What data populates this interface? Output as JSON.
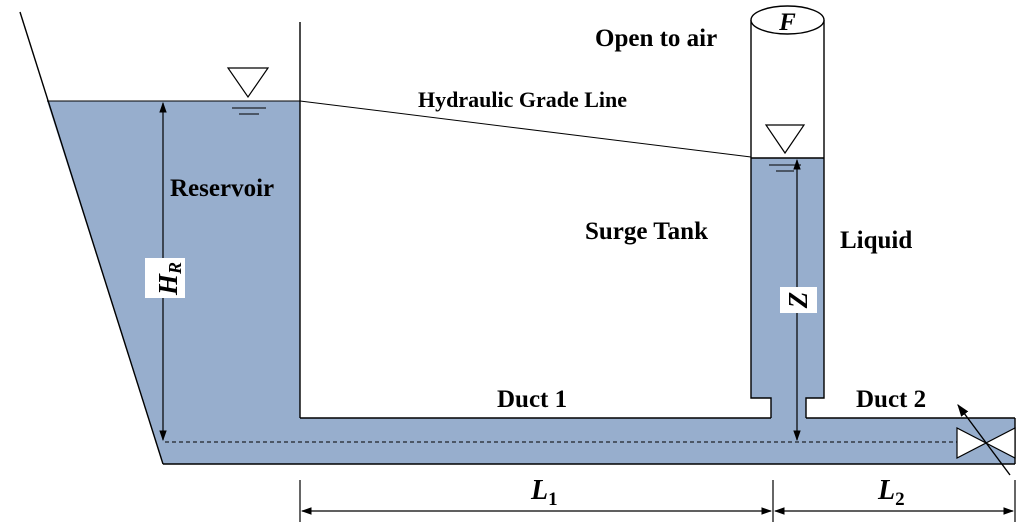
{
  "diagram": {
    "labels": {
      "open_to_air": "Open to air",
      "tank_top": "F",
      "hgl": "Hydraulic Grade Line",
      "reservoir": "Reservoir",
      "surge_tank": "Surge Tank",
      "liquid": "Liquid",
      "duct1": "Duct 1",
      "duct2": "Duct 2",
      "hr_main": "H",
      "hr_sub": "R",
      "z": "Z",
      "l1_main": "L",
      "l1_sub": "1",
      "l2_main": "L",
      "l2_sub": "2"
    },
    "colors": {
      "liquid": "#97AECD",
      "line": "#000000",
      "background": "#FFFFFF"
    },
    "icons": {
      "water_surface": "inverted-triangle-symbol",
      "valve": "bowtie-valve-symbol"
    }
  }
}
